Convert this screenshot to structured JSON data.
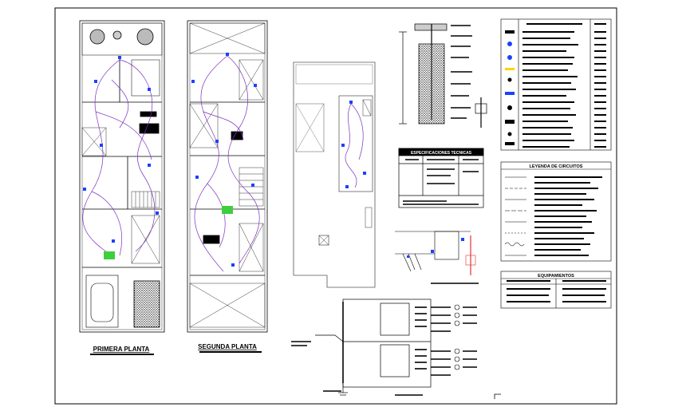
{
  "plans": {
    "first_floor": {
      "title": "PRIMERA PLANTA"
    },
    "second_floor": {
      "title": "SEGUNDA PLANTA"
    }
  },
  "tables": {
    "specs": {
      "title": "ESPECIFICACIONES TECNICAS"
    },
    "circuits": {
      "title": "LEYENDA DE CIRCUITOS"
    },
    "equipment": {
      "title": "EQUIPAMIENTOS"
    }
  },
  "colors": {
    "line": "#000000",
    "circuit_blue": "#1e40ff",
    "circuit_purple": "#7b2fbf",
    "accent_green": "#3ecf3e",
    "accent_red": "#e53030",
    "accent_yellow": "#ffd400"
  }
}
